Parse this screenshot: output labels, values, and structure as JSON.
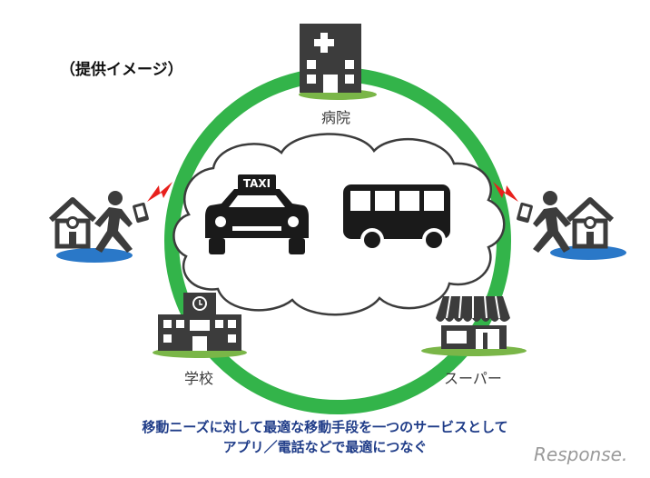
{
  "note": "（提供イメージ）",
  "places": {
    "hospital": "病院",
    "school": "学校",
    "supermarket": "スーパー"
  },
  "vehicles": {
    "taxi_sign": "TAXI"
  },
  "caption": {
    "line1": "移動ニーズに対して最適な移動手段を一つのサービスとして",
    "line2": "アプリ／電話などで最適につなぐ"
  },
  "brand": "Response.",
  "colors": {
    "ring": "#33b44a",
    "icon": "#3c3c3c",
    "grass": "#7ab648",
    "pool": "#2a78c8",
    "bolt": "#e8201c",
    "caption": "#1f3c88"
  },
  "icons": [
    "hospital-icon",
    "school-icon",
    "store-icon",
    "taxi-icon",
    "bus-icon",
    "house-icon",
    "walking-person-icon",
    "smartphone-icon",
    "lightning-icon",
    "cloud-icon"
  ]
}
